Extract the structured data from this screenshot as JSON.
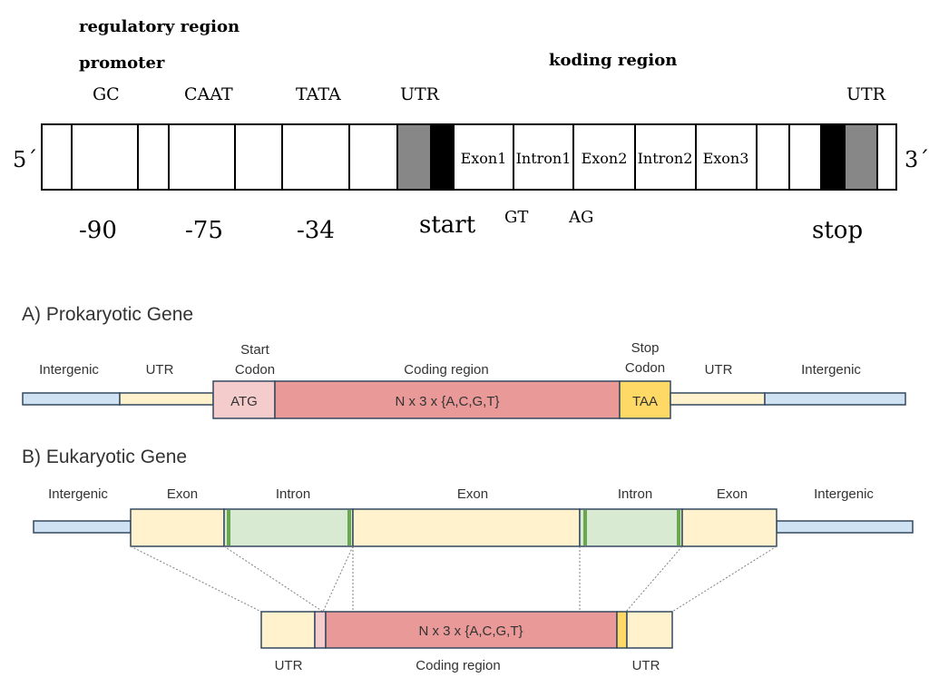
{
  "top": {
    "regulatory_region": "regulatory region",
    "promoter": "promoter",
    "gc": "GC",
    "caat": "CAAT",
    "tata": "TATA",
    "utr_left": "UTR",
    "koding_region": "koding region",
    "utr_right": "UTR",
    "five_prime": "5´",
    "three_prime": "3´",
    "exon1": "Exon1",
    "intron1": "Intron1",
    "exon2": "Exon2",
    "intron2": "Intron2",
    "exon3": "Exon3",
    "pos_gc": "-90",
    "pos_caat": "-75",
    "pos_tata": "-34",
    "start": "start",
    "gt": "GT",
    "ag": "AG",
    "stop": "stop"
  },
  "prokaryotic": {
    "heading": "A) Prokaryotic Gene",
    "intergenic_left": "Intergenic",
    "utr_left": "UTR",
    "start_codon_line1": "Start",
    "start_codon_line2": "Codon",
    "coding_region": "Coding region",
    "stop_codon_line1": "Stop",
    "stop_codon_line2": "Codon",
    "utr_right": "UTR",
    "intergenic_right": "Intergenic",
    "atg": "ATG",
    "coding_formula": "N x 3 x {A,C,G,T}",
    "taa": "TAA"
  },
  "eukaryotic": {
    "heading": "B) Eukaryotic Gene",
    "intergenic_left": "Intergenic",
    "exon1": "Exon",
    "intron1": "Intron",
    "exon2": "Exon",
    "intron2": "Intron",
    "exon3": "Exon",
    "intergenic_right": "Intergenic",
    "mrna_formula": "N x 3 x {A,C,G,T}",
    "mrna_utr_left": "UTR",
    "mrna_coding_region": "Coding region",
    "mrna_utr_right": "UTR"
  },
  "colors": {
    "gray_utr": "#878787",
    "black_codon": "#000000",
    "intergenic_blue": "#cfe2f3",
    "utr_yellow": "#fff2cc",
    "atg_pink": "#f4cccc",
    "coding_red": "#ea9999",
    "taa_gold": "#ffd966",
    "exon_cream": "#fff2cc",
    "intron_green": "#d9ead3",
    "splice_dark_green": "#6aa84f"
  }
}
